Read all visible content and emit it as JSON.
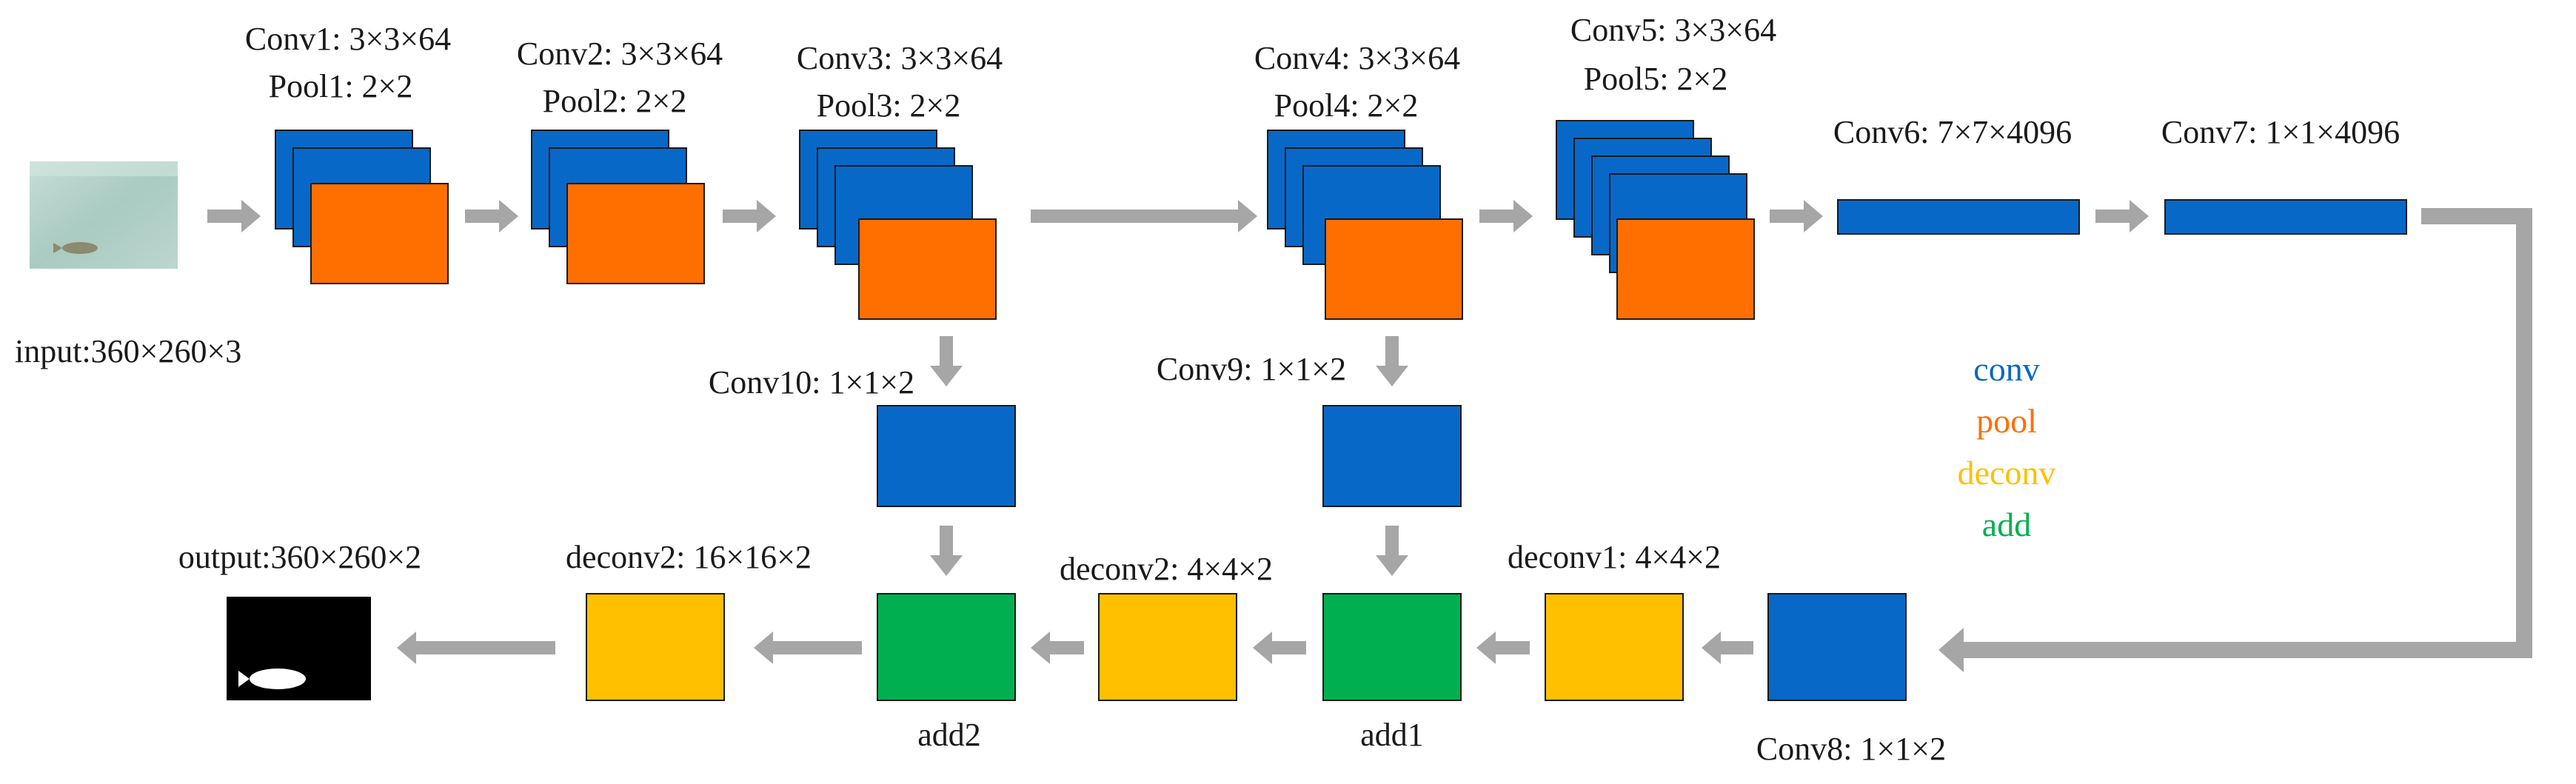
{
  "colors": {
    "conv": "#0868C8",
    "pool": "#FF6F00",
    "deconv": "#FFC000",
    "add": "#00B050",
    "arrow": "#A6A6A6",
    "stroke": "#1a1a1a"
  },
  "labels": {
    "input": "input:360×260×3",
    "conv1": "Conv1: 3×3×64",
    "pool1": "Pool1: 2×2",
    "conv2": "Conv2: 3×3×64",
    "pool2": "Pool2: 2×2",
    "conv3": "Conv3: 3×3×64",
    "pool3": "Pool3: 2×2",
    "conv4": "Conv4: 3×3×64",
    "pool4": "Pool4: 2×2",
    "conv5": "Conv5: 3×3×64",
    "pool5": "Pool5: 2×2",
    "conv6": "Conv6: 7×7×4096",
    "conv7": "Conv7: 1×1×4096",
    "conv8": "Conv8: 1×1×2",
    "conv9": "Conv9: 1×1×2",
    "conv10": "Conv10: 1×1×2",
    "deconv1": "deconv1: 4×4×2",
    "deconv2_mid": "deconv2: 4×4×2",
    "deconv2_final": "deconv2: 16×16×2",
    "add1": "add1",
    "add2": "add2",
    "output": "output:360×260×2"
  },
  "legend": {
    "conv": "conv",
    "pool": "pool",
    "deconv": "deconv",
    "add": "add"
  }
}
